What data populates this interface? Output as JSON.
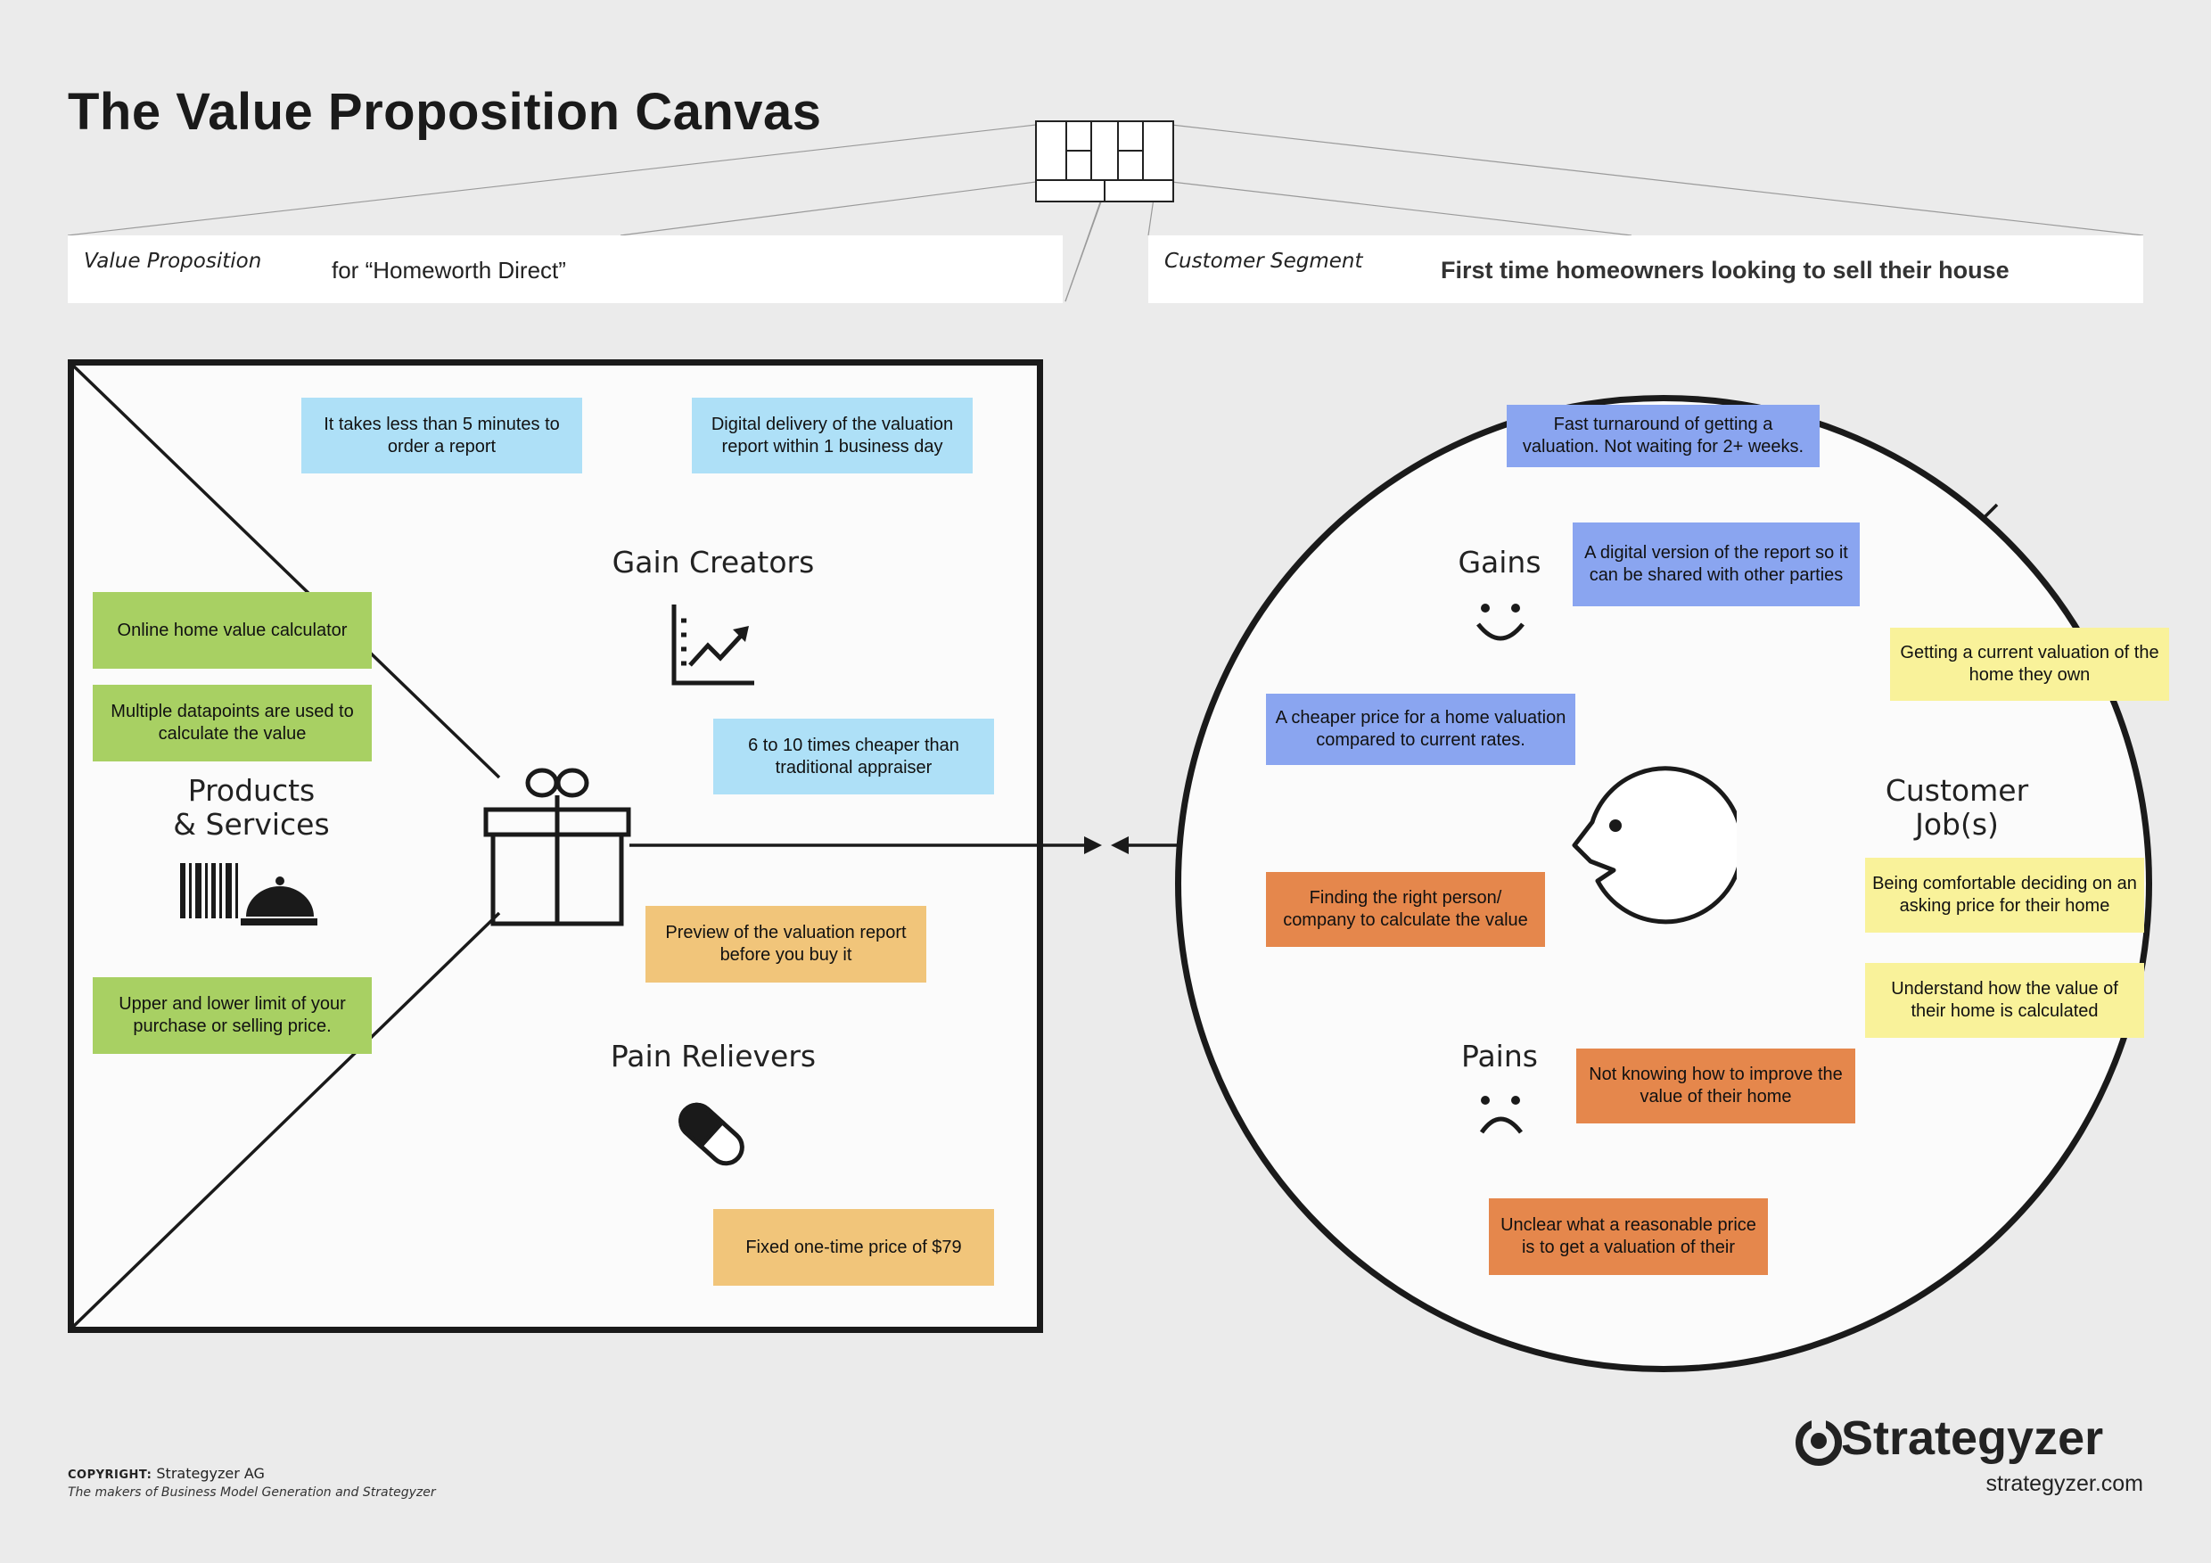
{
  "title": "The Value Proposition Canvas",
  "value_proposition": {
    "label": "Value Proposition",
    "value": "for “Homeworth Direct”"
  },
  "customer_segment": {
    "label": "Customer Segment",
    "value": "First time homeowners looking to sell their house"
  },
  "sections": {
    "gain_creators": "Gain Creators",
    "products_services_line1": "Products",
    "products_services_line2": "& Services",
    "pain_relievers": "Pain Relievers",
    "gains": "Gains",
    "pains": "Pains",
    "customer_jobs_line1": "Customer",
    "customer_jobs_line2": "Job(s)"
  },
  "notes": {
    "gain_creators": [
      "It takes less than 5 minutes to order a report",
      "Digital delivery of the valuation report within 1 business day",
      "6 to 10 times cheaper than traditional appraiser"
    ],
    "products_services": [
      "Online home value calculator",
      "Multiple datapoints are used to calculate the value",
      "Upper and lower limit of your purchase or selling price."
    ],
    "pain_relievers": [
      "Preview of the valuation report before you buy it",
      "Fixed one-time price of $79"
    ],
    "gains": [
      "Fast turnaround of getting a valuation. Not waiting for 2+ weeks.",
      "A digital version of the report so it can be shared with other parties",
      "A cheaper price for a home valuation compared to current rates."
    ],
    "pains": [
      "Finding the right person/ company to calculate the value",
      "Not knowing how to improve the value of their home",
      "Unclear what a reasonable price is to get a valuation of their"
    ],
    "customer_jobs": [
      "Getting a current valuation of the home they own",
      "Being comfortable deciding on an asking price for their home",
      "Understand how the value of their home is calculated"
    ]
  },
  "colors": {
    "gain_creators": "#aee0f7",
    "products_services": "#a8d063",
    "pain_relievers": "#f1c57a",
    "gains": "#8aa5f0",
    "pains": "#e5874c",
    "customer_jobs": "#f9f29a"
  },
  "footer": {
    "copyright_label": "COPYRIGHT:",
    "copyright_holder": "Strategyzer AG",
    "tagline": "The makers of Business Model Generation and Strategyzer",
    "brand": "Strategyzer",
    "url": "strategyzer.com"
  }
}
